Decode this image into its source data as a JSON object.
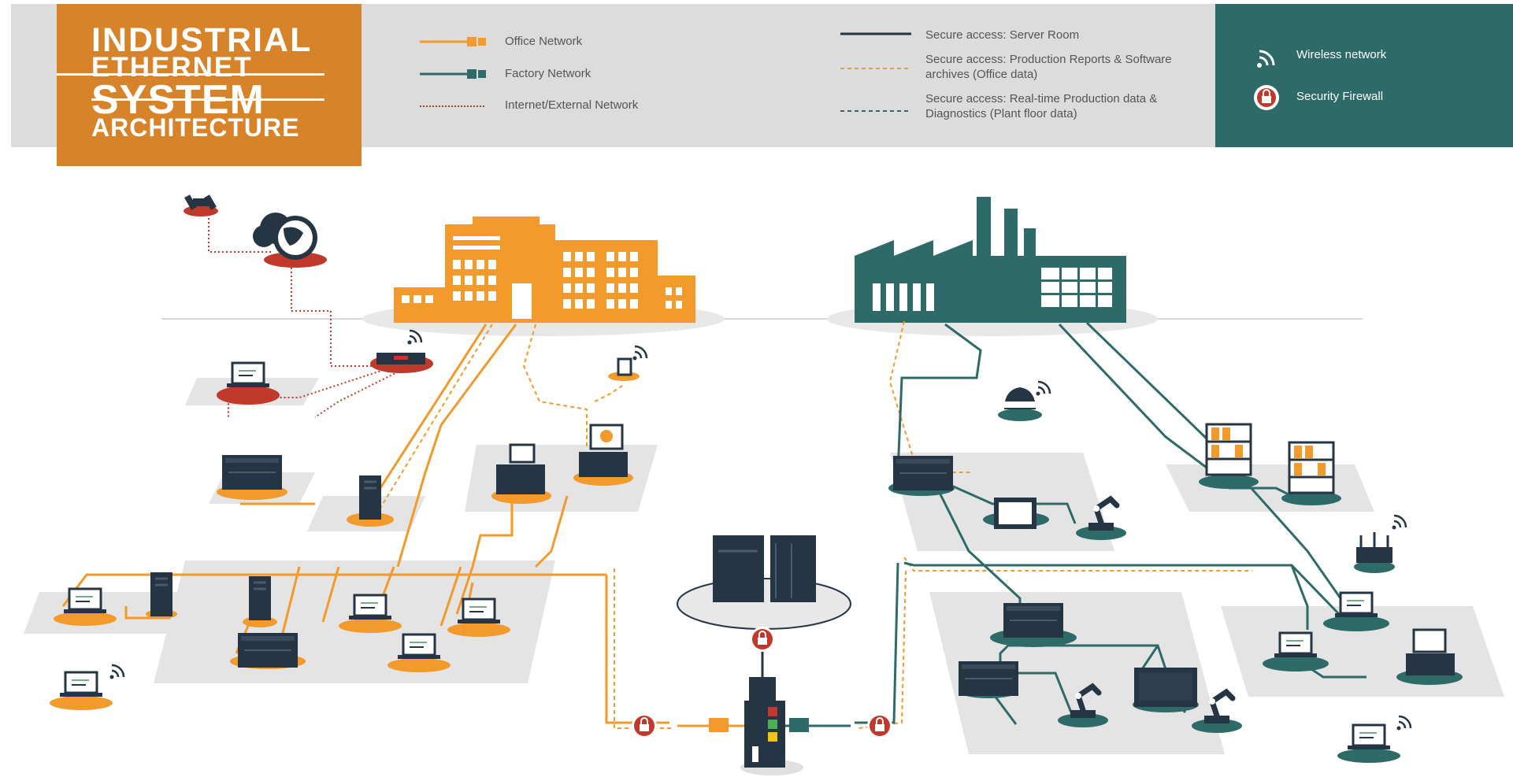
{
  "title": {
    "line1": "INDUSTRIAL",
    "line2": "ETHERNET",
    "line3": "SYSTEM",
    "line4": "ARCHITECTURE"
  },
  "legend": {
    "office_network": "Office Network",
    "factory_network": "Factory Network",
    "internet_network": "Internet/External Network",
    "server_room": "Secure access: Server Room",
    "production_reports": "Secure access: Production Reports & Software archives (Office data)",
    "realtime_data": "Secure access: Real-time Production data & Diagnostics (Plant floor data)",
    "wireless": "Wireless network",
    "firewall": "Security Firewall"
  },
  "colors": {
    "orange": "#f39a2c",
    "teal": "#2e6b68",
    "red": "#c0392b",
    "navy": "#263544",
    "gray_panel": "#dcdcdd"
  }
}
